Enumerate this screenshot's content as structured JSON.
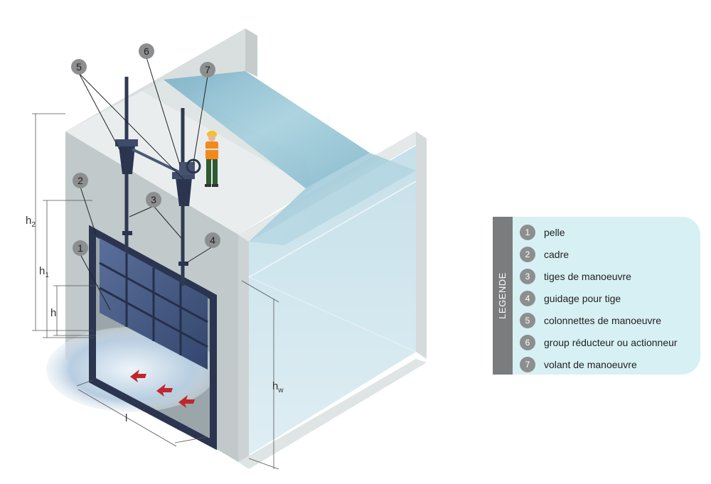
{
  "legend": {
    "title": "LEGENDE",
    "items": [
      {
        "num": "1",
        "label": "pelle"
      },
      {
        "num": "2",
        "label": "cadre"
      },
      {
        "num": "3",
        "label": "tiges de manoeuvre"
      },
      {
        "num": "4",
        "label": "guidage pour tige"
      },
      {
        "num": "5",
        "label": "colonnettes de manoeuvre"
      },
      {
        "num": "6",
        "label": "group réducteur ou actionneur"
      },
      {
        "num": "7",
        "label": "volant de manoeuvre"
      }
    ]
  },
  "callouts": [
    "1",
    "2",
    "3",
    "4",
    "5",
    "6",
    "7"
  ],
  "dimensions": {
    "h2": {
      "main": "h",
      "sub": "2"
    },
    "h1": {
      "main": "h",
      "sub": "1"
    },
    "h": {
      "main": "h"
    },
    "l": {
      "main": "l"
    },
    "hw": {
      "main": "h",
      "sub": "w"
    }
  },
  "colors": {
    "concrete_light": "#e6eaea",
    "concrete_mid": "#cfd5d5",
    "wall_face": "#b9c2c4",
    "water": "#9cc6d6",
    "gate_steel": "#3c4f7a",
    "frame_steel": "#2b3550",
    "callout_bubble": "#8c8e90",
    "legend_bg": "#d7f0f4",
    "legend_bar": "#7a7c7e",
    "arrow": "#c0262b",
    "worker_vest": "#f08a1c",
    "worker_helmet": "#f4c21b"
  }
}
